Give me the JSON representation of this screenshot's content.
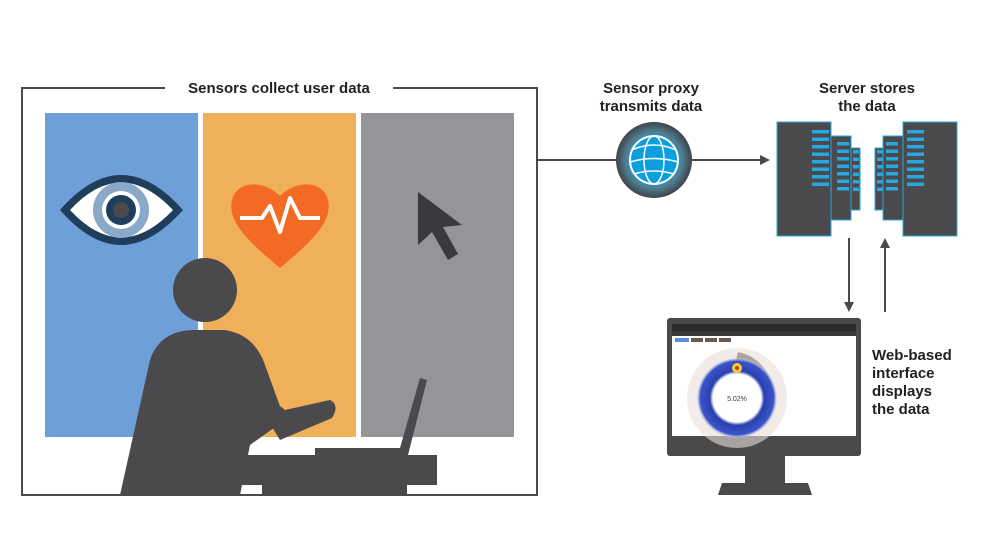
{
  "labels": {
    "sensors": "Sensors collect user data",
    "proxy_line1": "Sensor proxy",
    "proxy_line2": "transmits data",
    "server_line1": "Server stores",
    "server_line2": "the data",
    "web_line1": "Web-based",
    "web_line2": "interface",
    "web_line3": "displays",
    "web_line4": "the data"
  },
  "screen": {
    "percent": "5.02%"
  },
  "colors": {
    "eye_panel": "#6f9fd8",
    "heart_panel": "#f0b05a",
    "cursor_panel": "#939598",
    "dark": "#4a4a4c",
    "accent_blue": "#29a8e0",
    "heart": "#f26a24"
  }
}
